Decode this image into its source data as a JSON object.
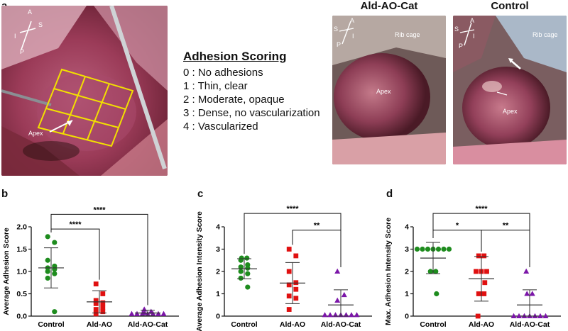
{
  "panel_a": {
    "letter": "a",
    "photo1_labels": {
      "apex": "Apex",
      "axis_A": "A",
      "axis_S": "S",
      "axis_I": "I",
      "axis_P": "P"
    },
    "scoring": {
      "title": "Adhesion Scoring",
      "items": [
        "0 : No adhesions",
        "1 : Thin, clear",
        "2 : Moderate, opaque",
        "3 : Dense, no vascularization",
        "4 : Vascularized"
      ]
    },
    "photo2": {
      "title": "Ald-AO-Cat",
      "rib": "Rib cage",
      "apex": "Apex",
      "axis_A": "A",
      "axis_S": "S",
      "axis_I": "I",
      "axis_P": "P"
    },
    "photo3": {
      "title": "Control",
      "rib": "Rib cage",
      "apex": "Apex",
      "axis_A": "A",
      "axis_S": "S",
      "axis_I": "I",
      "axis_P": "P"
    },
    "colors": {
      "grid": "#f2e000",
      "arrow": "#ffffff"
    }
  },
  "colors": {
    "control": "#1e8c1e",
    "aldao": "#e01010",
    "aldaocat": "#7b16a8"
  },
  "chart_data": [
    {
      "letter": "b",
      "type": "scatter",
      "ylabel": "Average Adhesion Score",
      "ylim": [
        0,
        2.0
      ],
      "yticks": [
        "0.0",
        "0.5",
        "1.0",
        "1.5",
        "2.0"
      ],
      "ytick_values": [
        0,
        0.5,
        1.0,
        1.5,
        2.0
      ],
      "categories": [
        "Control",
        "Ald-AO",
        "Ald-AO-Cat"
      ],
      "series": [
        {
          "values": [
            1.78,
            1.65,
            1.25,
            1.12,
            1.08,
            1.05,
            1.0,
            0.95,
            0.85,
            0.1
          ],
          "marker": "circle",
          "mean": 1.08,
          "sd": 0.45
        },
        {
          "values": [
            0.72,
            0.5,
            0.35,
            0.3,
            0.28,
            0.2,
            0.15,
            0.1,
            0.05
          ],
          "marker": "square",
          "mean": 0.32,
          "sd": 0.25
        },
        {
          "values": [
            0.15,
            0.1,
            0.08,
            0.05,
            0.05,
            0.05,
            0.05,
            0.05,
            0.05,
            0.05
          ],
          "marker": "triangle",
          "mean": 0.07,
          "sd": 0.06
        }
      ],
      "sig": [
        {
          "from": 0,
          "to": 2,
          "label": "****",
          "y": 2.28
        },
        {
          "from": 0,
          "to": 1,
          "label": "****",
          "y": 1.95
        }
      ]
    },
    {
      "letter": "c",
      "type": "scatter",
      "ylabel": "Average Adhesion Intensity Score",
      "ylim": [
        0,
        4
      ],
      "yticks": [
        "0",
        "1",
        "2",
        "3",
        "4"
      ],
      "ytick_values": [
        0,
        1,
        2,
        3,
        4
      ],
      "categories": [
        "Control",
        "Ald-AO",
        "Ald-AO-Cat"
      ],
      "series": [
        {
          "values": [
            2.6,
            2.6,
            2.5,
            2.3,
            2.2,
            2.15,
            2.0,
            1.9,
            1.7,
            1.3
          ],
          "marker": "circle",
          "mean": 2.12,
          "sd": 0.45
        },
        {
          "values": [
            3.0,
            2.7,
            2.0,
            1.5,
            1.4,
            1.2,
            0.9,
            0.8,
            0.3
          ],
          "marker": "square",
          "mean": 1.48,
          "sd": 0.92
        },
        {
          "values": [
            2.0,
            0.95,
            0.7,
            0.05,
            0.05,
            0.05,
            0.05,
            0.05,
            0.05,
            0.05
          ],
          "marker": "triangle",
          "mean": 0.5,
          "sd": 0.68
        }
      ],
      "sig": [
        {
          "from": 0,
          "to": 2,
          "label": "****",
          "y": 4.6
        },
        {
          "from": 1,
          "to": 2,
          "label": "**",
          "y": 3.85
        }
      ]
    },
    {
      "letter": "d",
      "type": "scatter",
      "ylabel": "Max. Adhesion  Intensity Score",
      "ylim": [
        0,
        4
      ],
      "yticks": [
        "0",
        "1",
        "2",
        "3",
        "4"
      ],
      "ytick_values": [
        0,
        1,
        2,
        3,
        4
      ],
      "categories": [
        "Control",
        "Ald-AO",
        "Ald-AO-Cat"
      ],
      "series": [
        {
          "values": [
            3,
            3,
            3,
            3,
            3,
            3,
            3,
            2,
            2,
            1
          ],
          "marker": "circle",
          "mean": 2.6,
          "sd": 0.7
        },
        {
          "values": [
            2.7,
            2.7,
            2.0,
            2.0,
            2.0,
            1.5,
            1.0,
            1.0,
            0.0
          ],
          "marker": "square",
          "mean": 1.67,
          "sd": 1.0
        },
        {
          "values": [
            2.0,
            1.0,
            1.0,
            0.0,
            0.0,
            0.0,
            0.0,
            0.0,
            0.0,
            0.0
          ],
          "marker": "triangle",
          "mean": 0.5,
          "sd": 0.68
        }
      ],
      "sig": [
        {
          "from": 0,
          "to": 2,
          "label": "****",
          "y": 4.6
        },
        {
          "from": 0,
          "to": 1,
          "label": "*",
          "y": 3.85
        },
        {
          "from": 1,
          "to": 2,
          "label": "**",
          "y": 3.85
        }
      ]
    }
  ]
}
